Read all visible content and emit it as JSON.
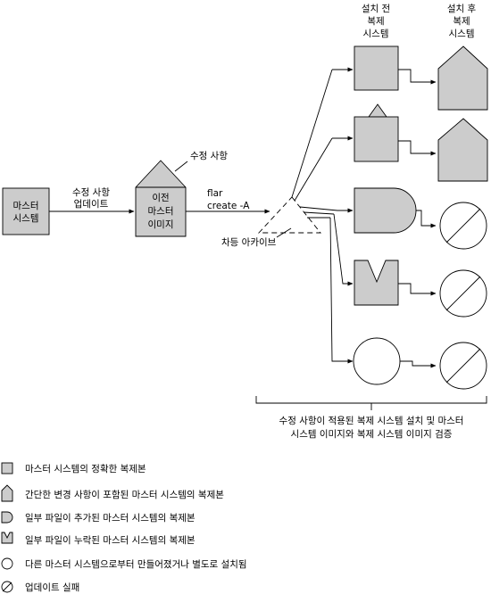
{
  "colors": {
    "shape_fill": "#cccccc",
    "stroke": "#000000",
    "background": "#ffffff"
  },
  "labels": {
    "master_system": [
      "마스터",
      "시스템"
    ],
    "update_arrow": [
      "수정 사항",
      "업데이트"
    ],
    "modification": "수정 사항",
    "prev_master_image": [
      "이전",
      "마스터",
      "이미지"
    ],
    "flar_command": [
      "flar",
      "create -A"
    ],
    "diff_archive": "차등 아카이브",
    "before_install_header": [
      "설치 전",
      "복제",
      "시스템"
    ],
    "after_install_header": [
      "설치 후",
      "복제",
      "시스템"
    ],
    "bottom_note": [
      "수정 사항이 적용된 복제 시스템 설치 및 마스터",
      "시스템 이미지와 복제 시스템 이미지 검증"
    ]
  },
  "legend": [
    {
      "icon": "square-shape-icon",
      "text": "마스터 시스템의 정확한 복제본"
    },
    {
      "icon": "square-with-small-roof-icon",
      "text": "간단한 변경 사항이 포함된 마스터 시스템의 복제본"
    },
    {
      "icon": "d-shape-icon",
      "text": "일부 파일이 추가된 마스터 시스템의 복제본"
    },
    {
      "icon": "notched-square-icon",
      "text": "일부 파일이 누락된 마스터 시스템의 복제본"
    },
    {
      "icon": "circle-shape-icon",
      "text": "다른 마스터 시스템으로부터 만들어졌거나 별도로 설치됨"
    },
    {
      "icon": "slashed-circle-icon",
      "text": "업데이트 실패"
    }
  ]
}
